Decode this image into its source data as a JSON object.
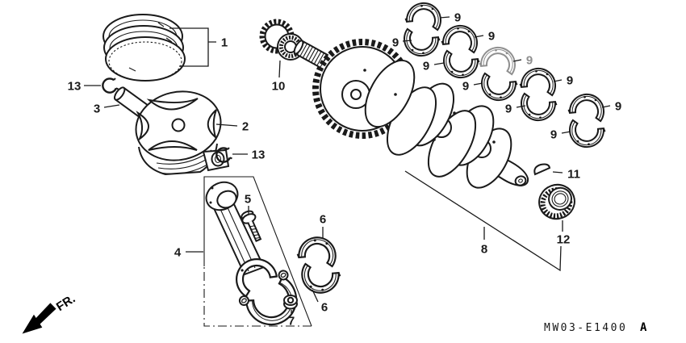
{
  "diagram": {
    "code": "MW03-E1400",
    "code_suffix": "A",
    "fr_label": "FR."
  },
  "colors": {
    "line": "#1a1a1a",
    "muted_label": "#8f8f8f",
    "background": "#ffffff"
  },
  "callouts": {
    "piston_rings": "1",
    "piston": "2",
    "piston_pin": "3",
    "connecting_rod": "4",
    "rod_bolt": "5",
    "rod_bearing_upper": "6",
    "rod_bearing_lower": "6",
    "rod_nut": "7",
    "crankshaft": "8",
    "main_bearings": [
      "9",
      "9",
      "9",
      "9",
      "9",
      "9",
      "9",
      "9",
      "9",
      "9"
    ],
    "primary_gear": "10",
    "woodruff_key": "11",
    "starter_clutch_bearing": "12",
    "pin_clip_left": "13",
    "pin_clip_right": "13"
  }
}
